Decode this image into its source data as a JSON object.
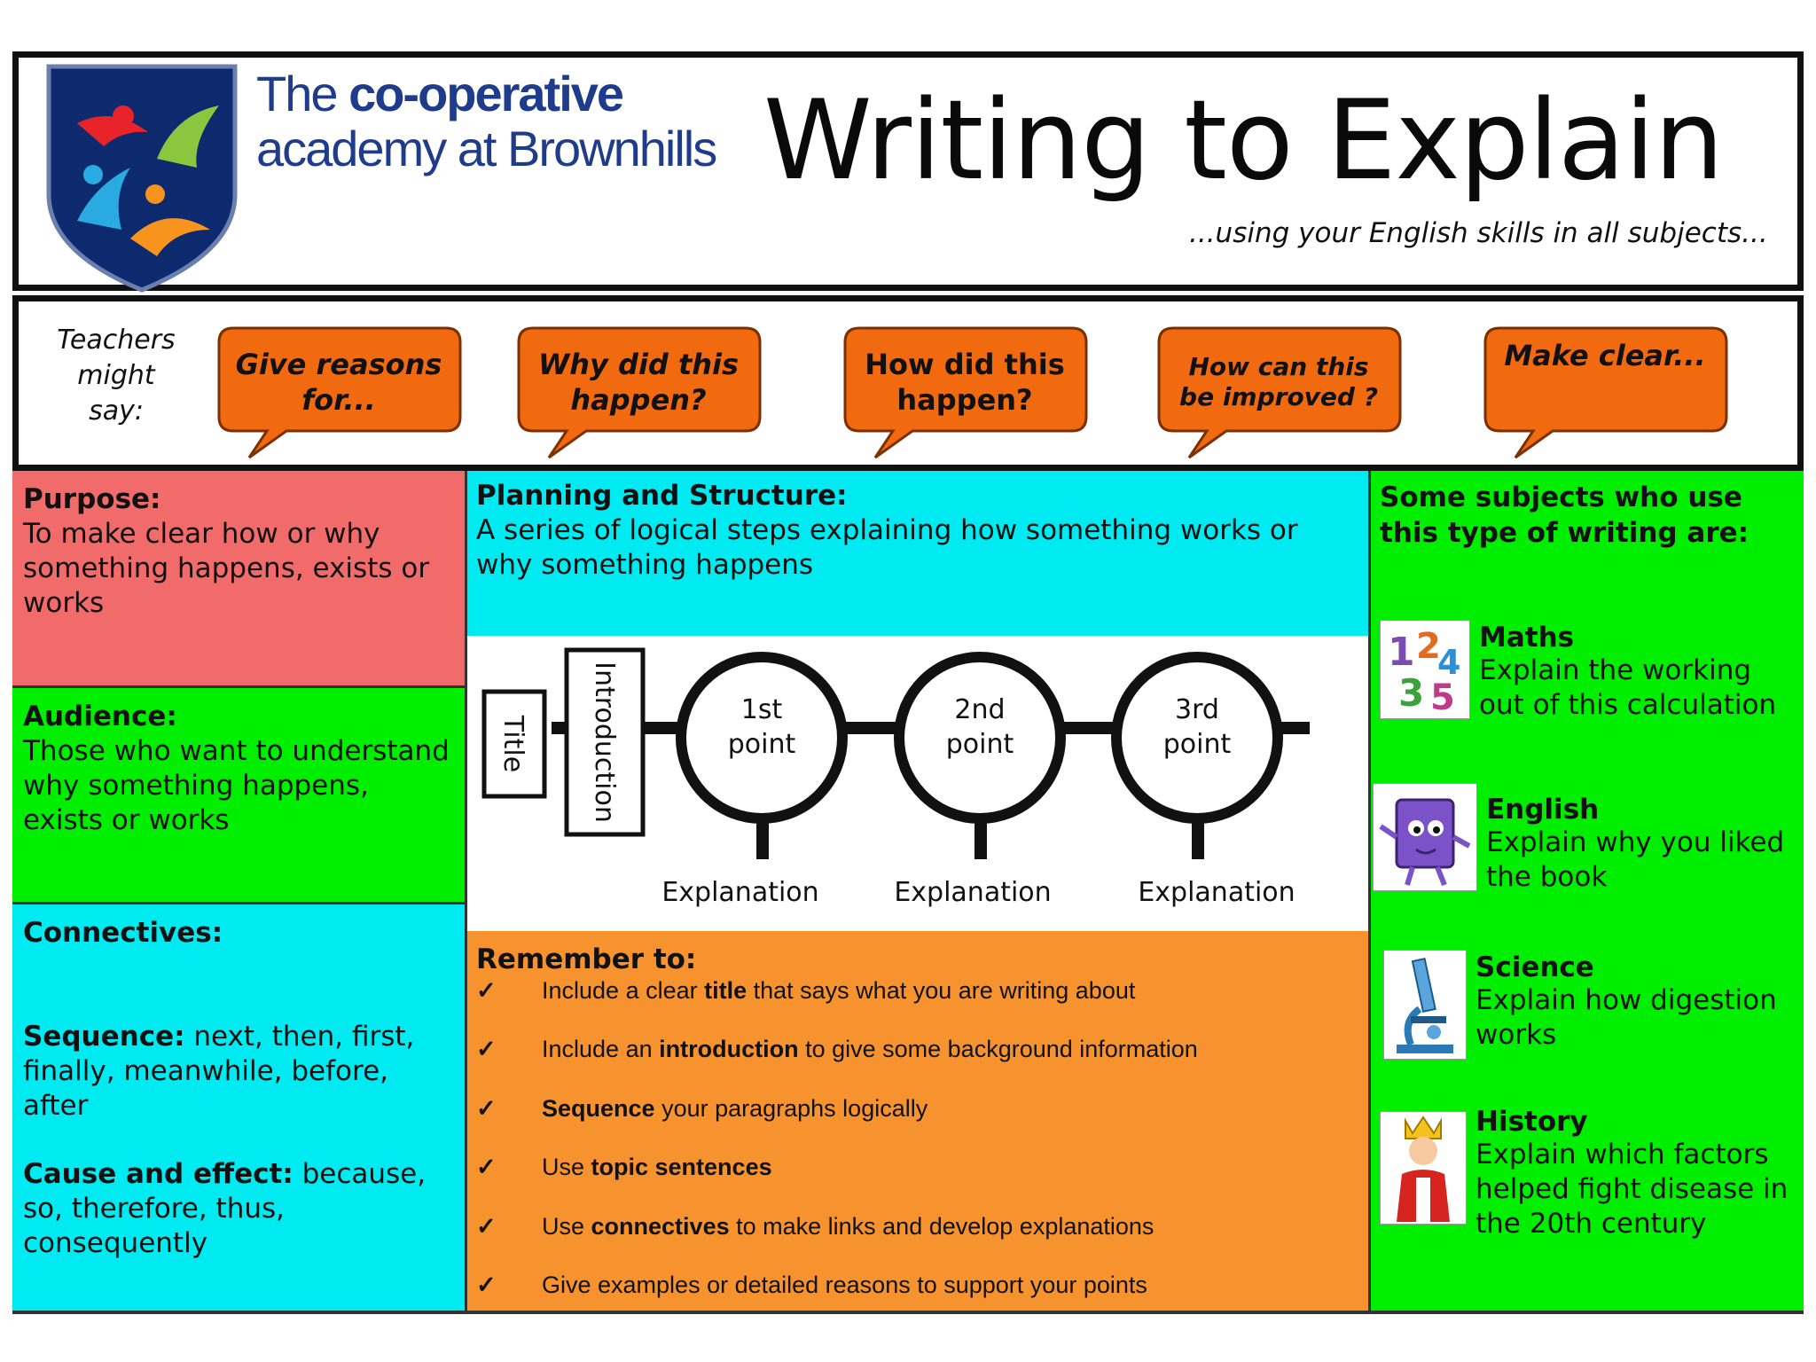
{
  "header": {
    "org_prefix": "The",
    "org_bold": "co-operative",
    "org_line2": "academy at Brownhills",
    "title": "Writing to Explain",
    "subtitle": "...using your English skills in all subjects..."
  },
  "teachers": {
    "label": "Teachers might say:",
    "bubbles": [
      {
        "text": "Give reasons for..."
      },
      {
        "text": "Why did this happen?"
      },
      {
        "text": "How did this happen?"
      },
      {
        "text": "How can this be improved ?"
      },
      {
        "text": "Make clear..."
      }
    ],
    "bubble_color": "#f26a10"
  },
  "purpose": {
    "heading": "Purpose:",
    "text": "To make clear how or why something happens, exists or works"
  },
  "audience": {
    "heading": "Audience:",
    "text": "Those who want to understand why something happens, exists or works"
  },
  "connectives": {
    "heading": "Connectives:",
    "sequence_label": "Sequence:",
    "sequence_text": " next, then, first, finally, meanwhile, before, after",
    "cause_label": "Cause and effect:",
    "cause_text": " because, so, therefore, thus, consequently"
  },
  "planning": {
    "heading": "Planning and Structure:",
    "text": "A series of  logical steps explaining how something works or why something happens"
  },
  "diagram": {
    "title_box": "Title",
    "intro_box": "Introduction",
    "points": [
      {
        "line1": "1st",
        "line2": "point",
        "label": "Explanation"
      },
      {
        "line1": "2nd",
        "line2": "point",
        "label": "Explanation"
      },
      {
        "line1": "3rd",
        "line2": "point",
        "label": "Explanation"
      }
    ]
  },
  "remember": {
    "heading": "Remember to:",
    "tick": "✓",
    "items": [
      {
        "pre": "Include a clear ",
        "bold": "title",
        "post": " that says what you are writing about"
      },
      {
        "pre": "Include an ",
        "bold": "introduction",
        "post": " to give some background information"
      },
      {
        "pre": "",
        "bold": "Sequence",
        "post": " your paragraphs logically"
      },
      {
        "pre": "Use ",
        "bold": "topic sentences",
        "post": ""
      },
      {
        "pre": "Use ",
        "bold": "connectives",
        "post": " to make links and develop explanations"
      },
      {
        "pre": "Give examples or detailed reasons to support your points",
        "bold": "",
        "post": ""
      }
    ]
  },
  "subjects": {
    "heading": "Some subjects who use this type of writing are:",
    "items": [
      {
        "name": "Maths",
        "desc": "Explain the working out of this calculation",
        "icon": "numbers-icon"
      },
      {
        "name": "English",
        "desc": "Explain why you liked the book",
        "icon": "book-character-icon"
      },
      {
        "name": "Science",
        "desc": "Explain how digestion works",
        "icon": "microscope-icon"
      },
      {
        "name": "History",
        "desc": "Explain which factors helped fight disease in the 20th century",
        "icon": "king-icon"
      }
    ]
  },
  "colors": {
    "purpose": "#f26b6b",
    "audience": "#00ee00",
    "connectives": "#00eaf2",
    "planning": "#00eaf2",
    "remember": "#f7932e",
    "subjects": "#00ee00",
    "brand": "#1f3c8c"
  }
}
